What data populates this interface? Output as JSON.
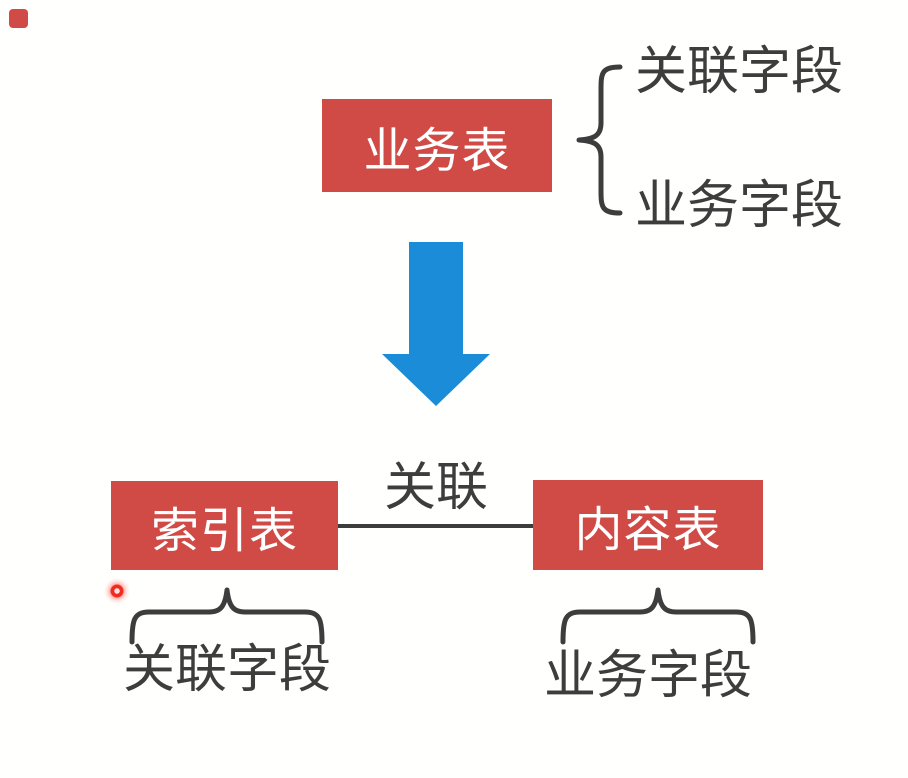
{
  "palette": {
    "box_red": "#d04a46",
    "arrow_blue": "#1b8dd8",
    "ink": "#3d3d3d",
    "laser_red": "#f12b20",
    "background": "#fffffe"
  },
  "top_section": {
    "table": {
      "label": "业务表"
    },
    "brace_items": [
      {
        "label": "关联字段"
      },
      {
        "label": "业务字段"
      }
    ]
  },
  "bottom_section": {
    "relation_label": "关联",
    "left": {
      "table": {
        "label": "索引表"
      },
      "field_label": "关联字段"
    },
    "right": {
      "table": {
        "label": "内容表"
      },
      "field_label": "业务字段"
    }
  }
}
